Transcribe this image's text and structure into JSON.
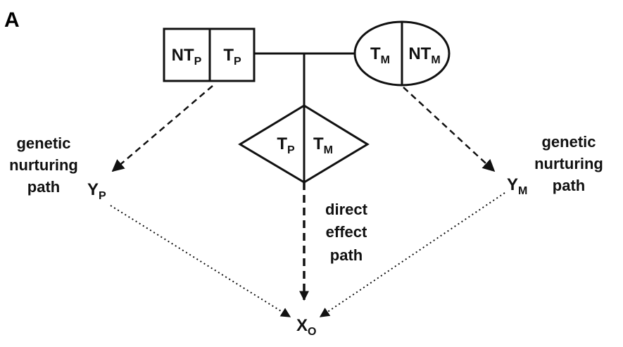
{
  "panel_label": "A",
  "nodes": {
    "paternal": {
      "left": {
        "main": "NT",
        "sub": "P"
      },
      "right": {
        "main": "T",
        "sub": "P"
      }
    },
    "maternal": {
      "left": {
        "main": "T",
        "sub": "M"
      },
      "right": {
        "main": "NT",
        "sub": "M"
      }
    },
    "child": {
      "left": {
        "main": "T",
        "sub": "P"
      },
      "right": {
        "main": "T",
        "sub": "M"
      }
    },
    "y_paternal": {
      "main": "Y",
      "sub": "P"
    },
    "y_maternal": {
      "main": "Y",
      "sub": "M"
    },
    "offspring": {
      "main": "X",
      "sub": "O"
    }
  },
  "paths": {
    "left": [
      "genetic",
      "nurturing",
      "path"
    ],
    "right": [
      "genetic",
      "nurturing",
      "path"
    ],
    "center": [
      "direct",
      "effect",
      "path"
    ]
  },
  "colors": {
    "ink": "#111111",
    "background": "#ffffff"
  }
}
